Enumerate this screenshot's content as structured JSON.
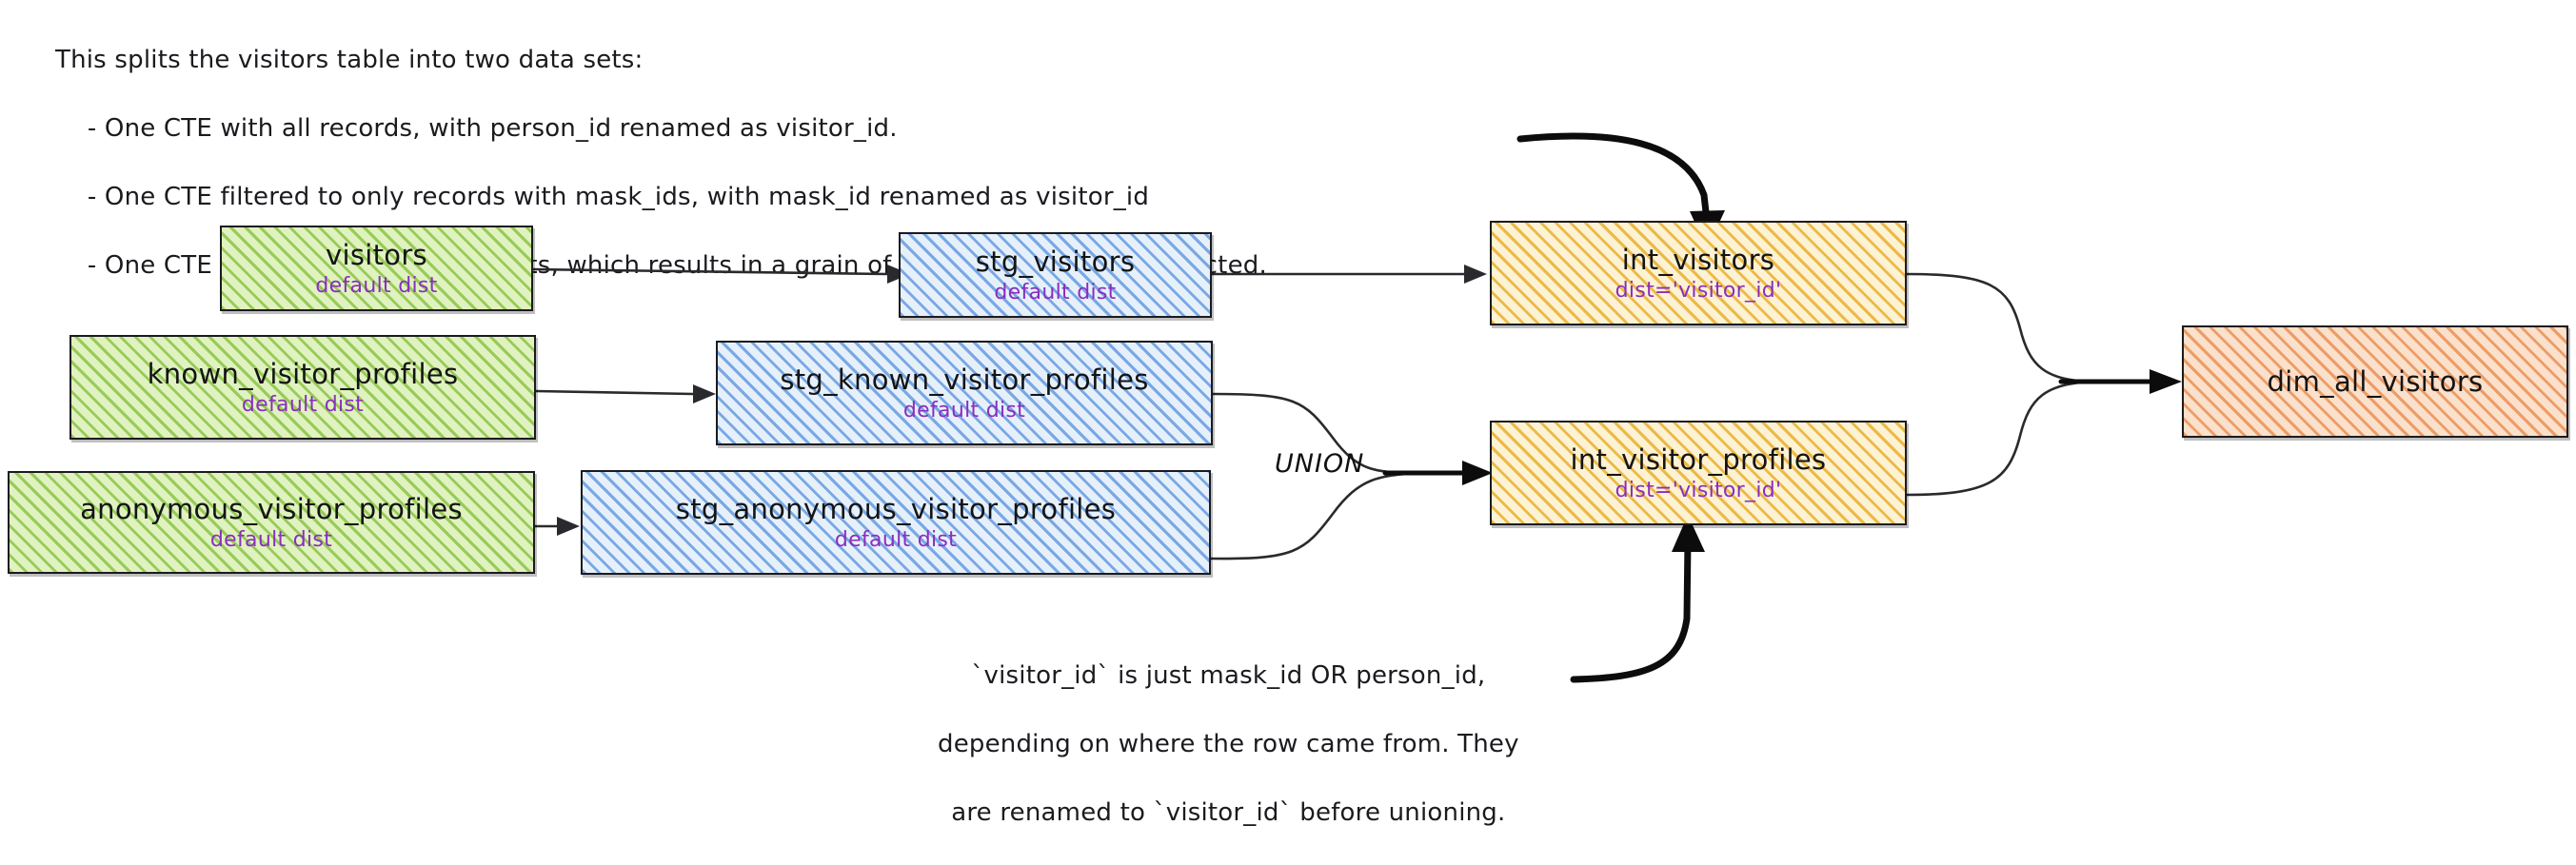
{
  "annotations": {
    "top": {
      "lines": [
        "This splits the visitors table into two data sets:",
        "    - One CTE with all records, with person_id renamed as visitor_id.",
        "    - One CTE filtered to only records with mask_ids, with mask_id renamed as visitor_id",
        "    - One CTE to union the two data sets, which results in a grain of one row per profile collected."
      ]
    },
    "bottom": {
      "lines": [
        "`visitor_id` is just mask_id OR person_id,",
        "depending on where the row came from. They",
        "are renamed to `visitor_id` before unioning."
      ]
    },
    "union_label": "UNION"
  },
  "nodes": [
    {
      "id": "visitors",
      "title": "visitors",
      "sub": "default dist",
      "color": "green"
    },
    {
      "id": "known_visitor_profiles",
      "title": "known_visitor_profiles",
      "sub": "default dist",
      "color": "green"
    },
    {
      "id": "anonymous_visitor_profiles",
      "title": "anonymous_visitor_profiles",
      "sub": "default dist",
      "color": "green"
    },
    {
      "id": "stg_visitors",
      "title": "stg_visitors",
      "sub": "default dist",
      "color": "blue"
    },
    {
      "id": "stg_known_visitor_profiles",
      "title": "stg_known_visitor_profiles",
      "sub": "default dist",
      "color": "blue"
    },
    {
      "id": "stg_anonymous_visitor_profiles",
      "title": "stg_anonymous_visitor_profiles",
      "sub": "default dist",
      "color": "blue"
    },
    {
      "id": "int_visitors",
      "title": "int_visitors",
      "sub": "dist='visitor_id'",
      "color": "yellow"
    },
    {
      "id": "int_visitor_profiles",
      "title": "int_visitor_profiles",
      "sub": "dist='visitor_id'",
      "color": "yellow"
    },
    {
      "id": "dim_all_visitors",
      "title": "dim_all_visitors",
      "sub": "",
      "color": "orange"
    }
  ],
  "colors": {
    "green_fill": "#dff2c0",
    "blue_fill": "#e6f0fb",
    "yellow_fill": "#fdf2d3",
    "orange_fill": "#fbe0cb",
    "stroke": "#1b1b1f",
    "sub_text": "#8a2ebe"
  }
}
